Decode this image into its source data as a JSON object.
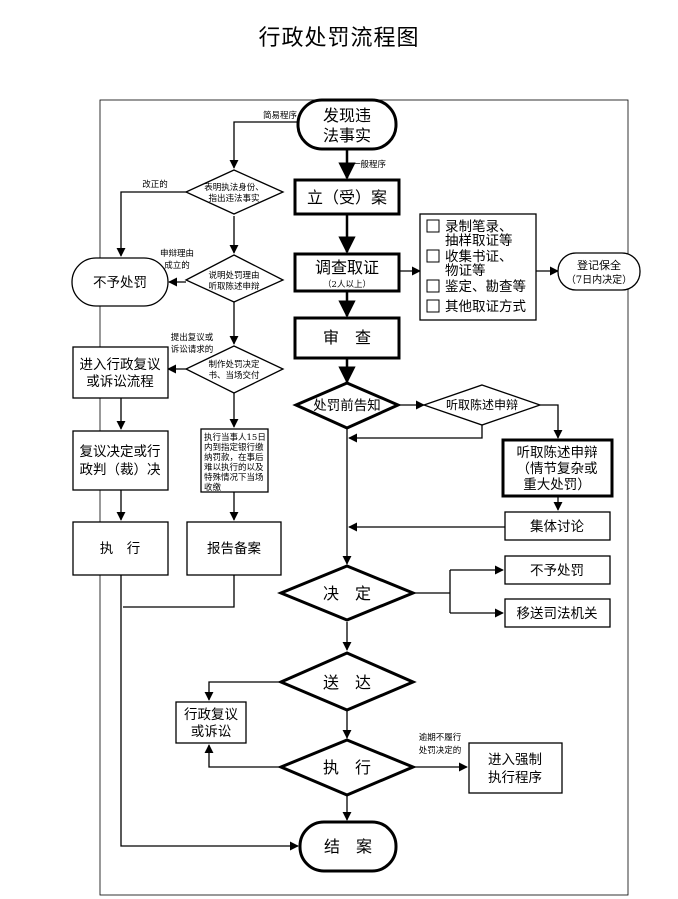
{
  "title": "行政处罚流程图",
  "nodes": {
    "discover": [
      "发现违",
      "法事实"
    ],
    "file_case": "立（受）案",
    "investigate": "调查取证",
    "investigate_note": "（2人以上）",
    "evidence": [
      "录制笔录、",
      "抽样取证等",
      "收集书证、",
      "物证等",
      "鉴定、勘查等",
      "其他取证方式"
    ],
    "register": [
      "登记保全",
      "（7日内决定）"
    ],
    "review": "审　查",
    "pre_notice": "处罚前告知",
    "hear_statement": "听取陈述申辩",
    "hear_statement_complex": [
      "听取陈述申辩",
      "（情节复杂或",
      "重大处罚）"
    ],
    "collective": "集体讨论",
    "decide": "决　定",
    "no_penalty_right": "不予处罚",
    "transfer": "移送司法机关",
    "deliver": "送　达",
    "review_litigation": [
      "行政复议",
      "或诉讼"
    ],
    "execute": "执　行",
    "enforce": [
      "进入强制",
      "执行程序"
    ],
    "close": "结　案",
    "simple_diamond": [
      "表明执法身份、",
      "指出违法事实"
    ],
    "reason_diamond": [
      "说明处罚理由",
      "听取陈述申辩"
    ],
    "no_penalty_left": "不予处罚",
    "make_decision": [
      "制作处罚决定",
      "书、当场交付"
    ],
    "admin_review": [
      "进入行政复议",
      "或诉讼流程"
    ],
    "review_decision": [
      "复议决定或行",
      "政判（裁）决"
    ],
    "pay_note": [
      "执行当事人15日",
      "内到指定银行缴",
      "纳罚款，在事后",
      "难以执行的以及",
      "特殊情况下当场",
      "收缴"
    ],
    "left_execute": "执　行",
    "report": "报告备案"
  },
  "labels": {
    "simple_procedure": "简易程序",
    "general_procedure": "一般程序",
    "corrected": "改正的",
    "defense_valid": [
      "申辩理由",
      "成立的"
    ],
    "request_review": [
      "提出复议或",
      "诉讼请求的"
    ],
    "overdue": [
      "逾期不履行",
      "处罚决定的"
    ]
  }
}
